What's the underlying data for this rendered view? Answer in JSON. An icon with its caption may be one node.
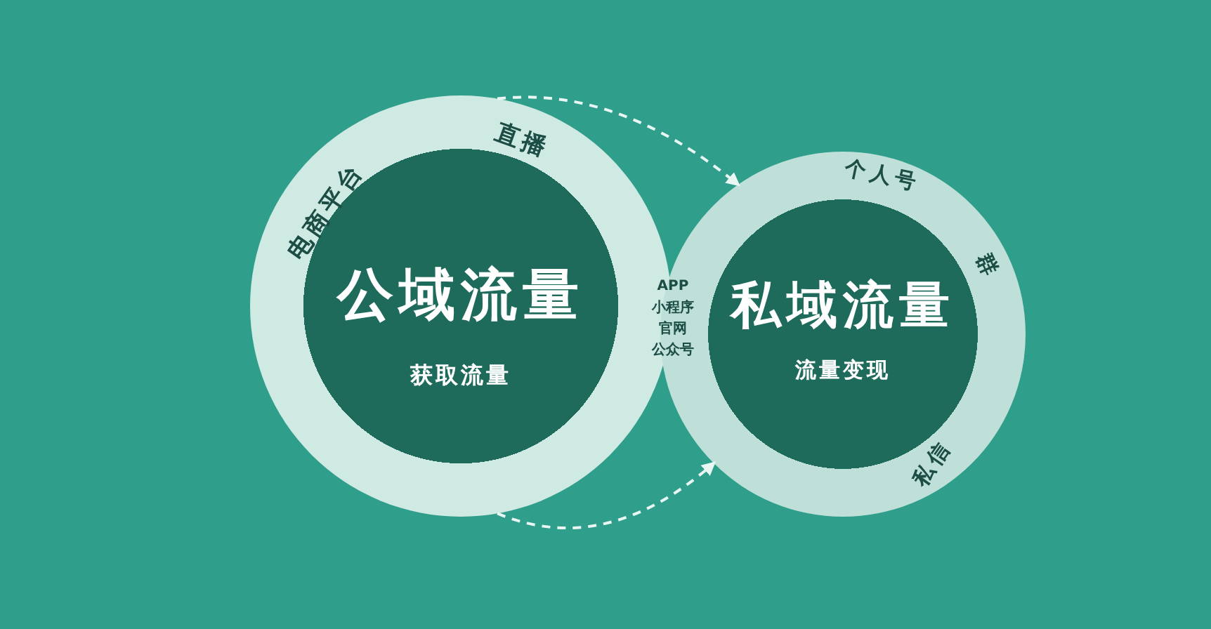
{
  "diagram": {
    "nodes": [
      {
        "text": [
          "公域流量",
          "获取流量"
        ]
      },
      {
        "text": [
          "私域流量",
          "流量变现"
        ]
      }
    ],
    "edges": [
      {
        "from": 0,
        "to": 1,
        "arrow": "to",
        "style": "dashed"
      },
      {
        "from": 0,
        "to": 1,
        "arrow": "to",
        "style": "dashed"
      }
    ],
    "labels": [
      "电商平台",
      "直播",
      "个人号",
      "群",
      "私信",
      "APP",
      "小程序",
      "官网",
      "公众号"
    ]
  }
}
